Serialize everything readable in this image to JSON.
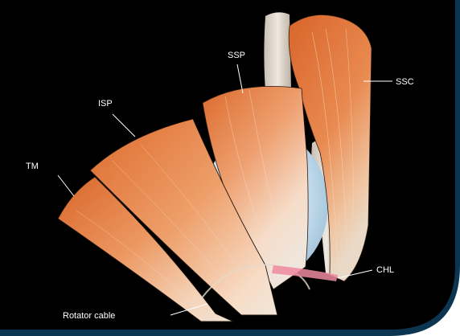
{
  "labels": {
    "tm": "TM",
    "isp": "ISP",
    "ssp": "SSP",
    "ssc": "SSC",
    "chl": "CHL",
    "rotator_cable": "Rotator cable"
  },
  "colors": {
    "background": "#000000",
    "frame_corner": "#0b3550",
    "muscle_orange": "#e07634",
    "muscle_light": "#f6d7be",
    "tendon_cream": "#f1e2d2",
    "humeral_head": "#cfe4f2",
    "bone": "#d9cfc2",
    "chl_pink": "#ef8aa0",
    "label_text": "#ffffff"
  }
}
